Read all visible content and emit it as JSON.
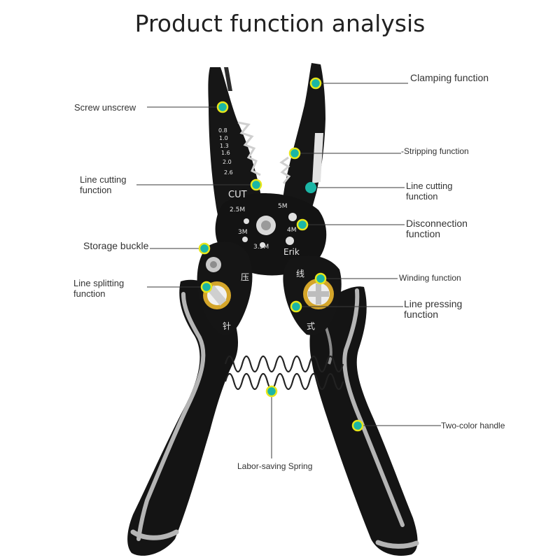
{
  "title": "Product function analysis",
  "labels": {
    "screw": "Screw unscrew",
    "clamping": "Clamping function",
    "stripping": "-Stripping function",
    "line_cutting_left_1": "Line cutting",
    "line_cutting_left_2": "function",
    "line_cutting_right_1": "Line cutting",
    "line_cutting_right_2": "function",
    "disconnection_1": "Disconnection",
    "disconnection_2": "function",
    "storage": "Storage buckle",
    "winding": "Winding function",
    "splitting_1": "Line splitting",
    "splitting_2": "function",
    "pressing_1": "Line pressing",
    "pressing_2": "function",
    "handle": "Two-color handle",
    "spring": "Labor-saving Spring"
  },
  "tool_markings": {
    "cut": "CUT",
    "gauges": [
      "0.8",
      "1.0",
      "1.3",
      "1.6",
      "2.0",
      "2.6"
    ],
    "hole_25": "2.5M",
    "hole_5": "5M",
    "hole_3": "3M",
    "hole_4": "4M",
    "hole_35": "3.5M",
    "brand": "Erik",
    "cjk_left_1": "压",
    "cjk_left_2": "针",
    "cjk_right_1": "线",
    "cjk_right_2": "式"
  },
  "colors": {
    "marker_fill": "#1bb6a6",
    "marker_ring": "#e6e61a",
    "tool_black": "#161616",
    "handle_gray": "#a9a9a9",
    "brass": "#d4a52a"
  }
}
